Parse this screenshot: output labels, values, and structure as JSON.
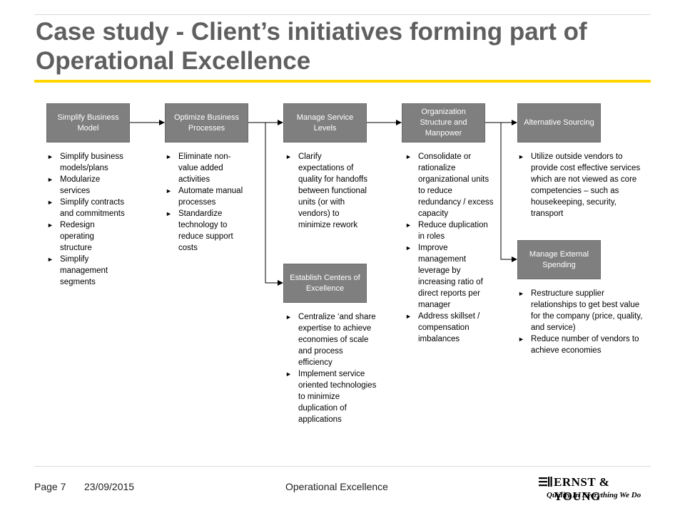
{
  "title": "Case study - Client’s initiatives forming part of Operational Excellence",
  "columns": [
    {
      "box": "Simplify Business Model",
      "bullets": [
        "Simplify business models/plans",
        "Modularize services",
        "Simplify contracts and commitments",
        "Redesign operating structure",
        "Simplify management segments"
      ]
    },
    {
      "box": "Optimize Business Processes",
      "bullets": [
        "Eliminate non-value added activities",
        "Automate manual processes",
        "Standardize technology to reduce support costs"
      ]
    },
    {
      "box": "Manage Service Levels",
      "bullets": [
        "Clarify expectations of quality for handoffs between functional units (or with vendors) to minimize rework"
      ]
    },
    {
      "box": "Organization Structure and Manpower",
      "bullets": [
        "Consolidate or rationalize organizational units to reduce redundancy / excess capacity",
        "Reduce duplication in roles",
        "Improve management leverage by increasing ratio of direct reports per manager",
        "Address skillset / compensation imbalances"
      ]
    },
    {
      "box": "Alternative Sourcing",
      "bullets": [
        "Utilize outside vendors to provide cost effective services which are not viewed as core competencies – such as housekeeping, security, transport"
      ]
    }
  ],
  "branches": {
    "centers": {
      "box": "Establish Centers of Excellence",
      "bullets": [
        "Centralize ‘and share expertise to achieve economies of scale and process efficiency",
        "Implement service oriented technologies to minimize duplication of applications"
      ]
    },
    "spending": {
      "box": "Manage External Spending",
      "bullets": [
        "Restructure supplier relationships to get best value for the company (price, quality, and service)",
        "Reduce number of vendors to achieve economies"
      ]
    }
  },
  "footer": {
    "page": "Page 7",
    "date": "23/09/2015",
    "section": "Operational Excellence",
    "logo_name": "ERNST & YOUNG",
    "logo_tagline": "Quality In Everything We Do"
  },
  "colors": {
    "box": "#7f7f7f",
    "accent_rule": "#ffd500",
    "title": "#5f5f5f"
  }
}
